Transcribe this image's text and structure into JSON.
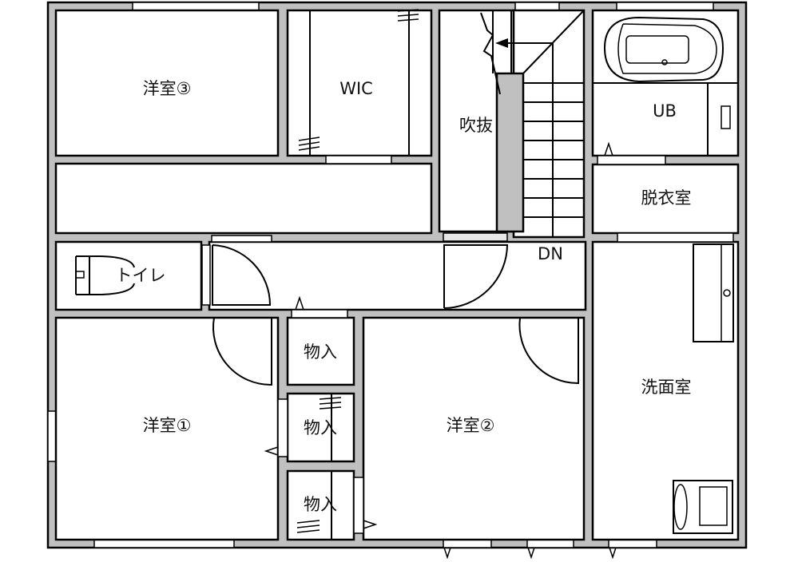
{
  "rooms": {
    "western_room_3": "洋室③",
    "wic": "WIC",
    "atrium": "吹抜",
    "unit_bath": "UB",
    "dressing_room": "脱衣室",
    "toilet": "トイレ",
    "stairs_down": "DN",
    "storage_1": "物入",
    "storage_2": "物入",
    "storage_3": "物入",
    "western_room_1": "洋室①",
    "western_room_2": "洋室②",
    "washroom": "洗面室"
  },
  "colors": {
    "wall": "#c0c0c0",
    "line": "#000000",
    "floor": "#ffffff"
  }
}
